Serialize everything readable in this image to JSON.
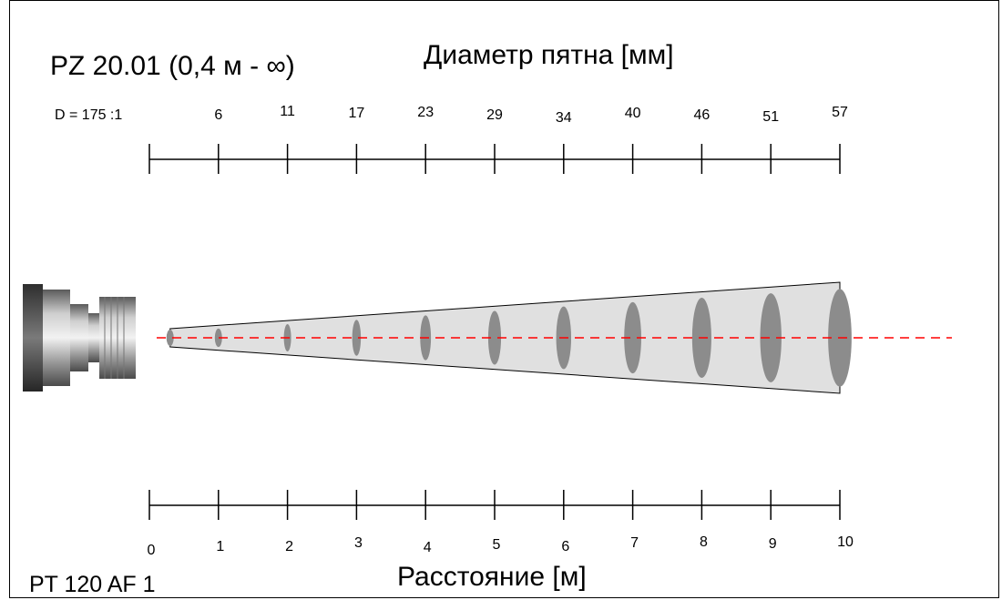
{
  "title": "PZ 20.01 (0,4 м - ∞)",
  "top_axis_title": "Диаметр пятна [мм]",
  "ratio_label": "D = 175 :1",
  "bottom_axis_title": "Расстояние [м]",
  "model_label": "PT 120 AF 1",
  "chart_data": {
    "type": "diagram",
    "distances_m": [
      0,
      1,
      2,
      3,
      4,
      5,
      6,
      7,
      8,
      9,
      10
    ],
    "distance_tick_labels": [
      "0",
      "1",
      "2",
      "3",
      "4",
      "5",
      "6",
      "7",
      "8",
      "9",
      "10"
    ],
    "spot_diameters_mm": [
      "6",
      "11",
      "17",
      "23",
      "29",
      "34",
      "40",
      "46",
      "51",
      "57"
    ],
    "spot_positions_m": [
      0.3,
      1,
      2,
      3,
      4,
      5,
      6,
      7,
      8,
      9,
      10
    ],
    "colors": {
      "cone_fill": "#e0e0e0",
      "spot_fill": "#8c8c8c",
      "axis_line": "#ff0000",
      "scale_line": "#000000"
    }
  }
}
